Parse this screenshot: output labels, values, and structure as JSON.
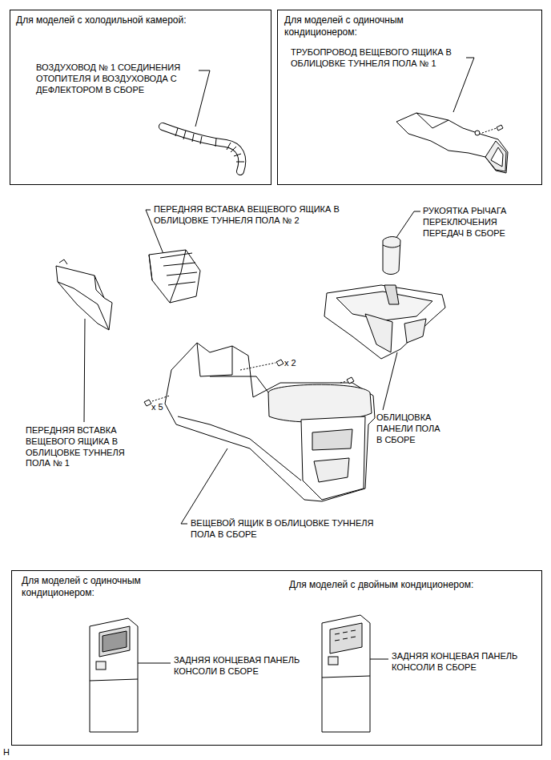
{
  "diagram": {
    "nodes": [
      {
        "text": [
          "Для моделей с холодильной камерой:",
          "ВОЗДУХОВОД № 1 СОЕДИНЕНИЯ ОТОПИТЕЛЯ И ВОЗДУХОВОДА С ДЕФЛЕКТОРОМ В СБОРЕ"
        ]
      },
      {
        "text": [
          "Для моделей с одиночным кондиционером:",
          "ТРУБОПРОВОД ВЕЩЕВОГО ЯЩИКА В ОБЛИЦОВКЕ ТУННЕЛЯ ПОЛА № 1"
        ]
      },
      {
        "text": [
          "Для моделей с одиночным кондиционером:",
          "ЗАДНЯЯ КОНЦЕВАЯ ПАНЕЛЬ КОНСОЛИ В СБОРЕ",
          "Для моделей с двойным кондиционером:",
          "ЗАДНЯЯ КОНЦЕВАЯ ПАНЕЛЬ КОНСОЛИ В СБОРЕ"
        ]
      }
    ],
    "labels": [
      "ПЕРЕДНЯЯ ВСТАВКА ВЕЩЕВОГО ЯЩИКА В ОБЛИЦОВКЕ ТУННЕЛЯ ПОЛА № 2",
      "РУКОЯТКА РЫЧАГА ПЕРЕКЛЮЧЕНИЯ ПЕРЕДАЧ В СБОРЕ",
      "x 2",
      "x 5",
      "ОБЛИЦОВКА ПАНЕЛИ ПОЛА В СБОРЕ",
      "ПЕРЕДНЯЯ ВСТАВКА ВЕЩЕВОГО ЯЩИКА В ОБЛИЦОВКЕ ТУННЕЛЯ ПОЛА № 1",
      "ВЕЩЕВОЙ ЯЩИК В ОБЛИЦОВКЕ ТУННЕЛЯ ПОЛА В СБОРЕ",
      "H"
    ]
  }
}
